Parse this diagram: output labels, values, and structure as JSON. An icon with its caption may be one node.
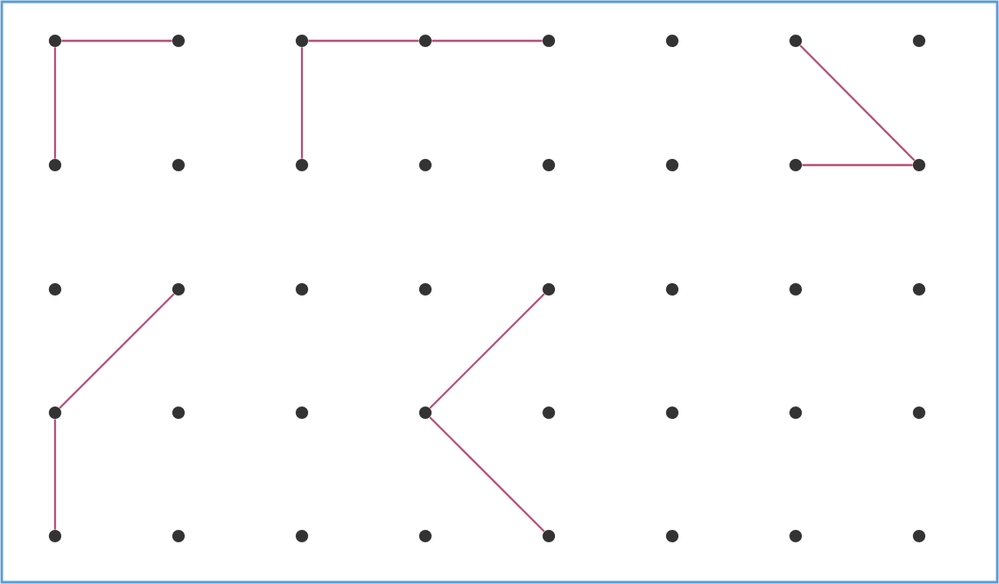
{
  "diagram": {
    "nodes": [
      {
        "text": [],
        "shape": "circle"
      },
      {
        "text": [],
        "shape": "circle"
      },
      {
        "text": [],
        "shape": "circle"
      },
      {
        "text": [],
        "shape": "circle"
      },
      {
        "text": [],
        "shape": "circle"
      },
      {
        "text": [],
        "shape": "circle"
      },
      {
        "text": [],
        "shape": "circle"
      },
      {
        "text": [],
        "shape": "circle"
      },
      {
        "text": [],
        "shape": "circle"
      },
      {
        "text": [],
        "shape": "circle"
      },
      {
        "text": [],
        "shape": "circle"
      },
      {
        "text": [],
        "shape": "circle"
      },
      {
        "text": [],
        "shape": "circle"
      },
      {
        "text": [],
        "shape": "circle"
      },
      {
        "text": [],
        "shape": "circle"
      },
      {
        "text": [],
        "shape": "circle"
      },
      {
        "text": [],
        "shape": "circle"
      },
      {
        "text": [],
        "shape": "circle"
      },
      {
        "text": [],
        "shape": "circle"
      },
      {
        "text": [],
        "shape": "circle"
      },
      {
        "text": [],
        "shape": "circle"
      },
      {
        "text": [],
        "shape": "circle"
      },
      {
        "text": [],
        "shape": "circle"
      },
      {
        "text": [],
        "shape": "circle"
      },
      {
        "text": [],
        "shape": "circle"
      },
      {
        "text": [],
        "shape": "circle"
      },
      {
        "text": [],
        "shape": "circle"
      },
      {
        "text": [],
        "shape": "circle"
      },
      {
        "text": [],
        "shape": "circle"
      },
      {
        "text": [],
        "shape": "circle"
      },
      {
        "text": [],
        "shape": "circle"
      },
      {
        "text": [],
        "shape": "circle"
      },
      {
        "text": [],
        "shape": "circle"
      },
      {
        "text": [],
        "shape": "circle"
      },
      {
        "text": [],
        "shape": "circle"
      },
      {
        "text": [],
        "shape": "circle"
      },
      {
        "text": [],
        "shape": "circle"
      },
      {
        "text": [],
        "shape": "circle"
      },
      {
        "text": [],
        "shape": "circle"
      },
      {
        "text": [],
        "shape": "circle"
      }
    ],
    "edges": [
      {
        "from": 0,
        "to": 1,
        "arrow": "none"
      },
      {
        "from": 0,
        "to": 8,
        "arrow": "none"
      },
      {
        "from": 2,
        "to": 3,
        "arrow": "none"
      },
      {
        "from": 3,
        "to": 4,
        "arrow": "none"
      },
      {
        "from": 2,
        "to": 10,
        "arrow": "none"
      },
      {
        "from": 6,
        "to": 15,
        "arrow": "none"
      },
      {
        "from": 14,
        "to": 15,
        "arrow": "none"
      },
      {
        "from": 17,
        "to": 24,
        "arrow": "none"
      },
      {
        "from": 24,
        "to": 32,
        "arrow": "none"
      },
      {
        "from": 20,
        "to": 27,
        "arrow": "none"
      },
      {
        "from": 27,
        "to": 36,
        "arrow": "none"
      }
    ]
  }
}
